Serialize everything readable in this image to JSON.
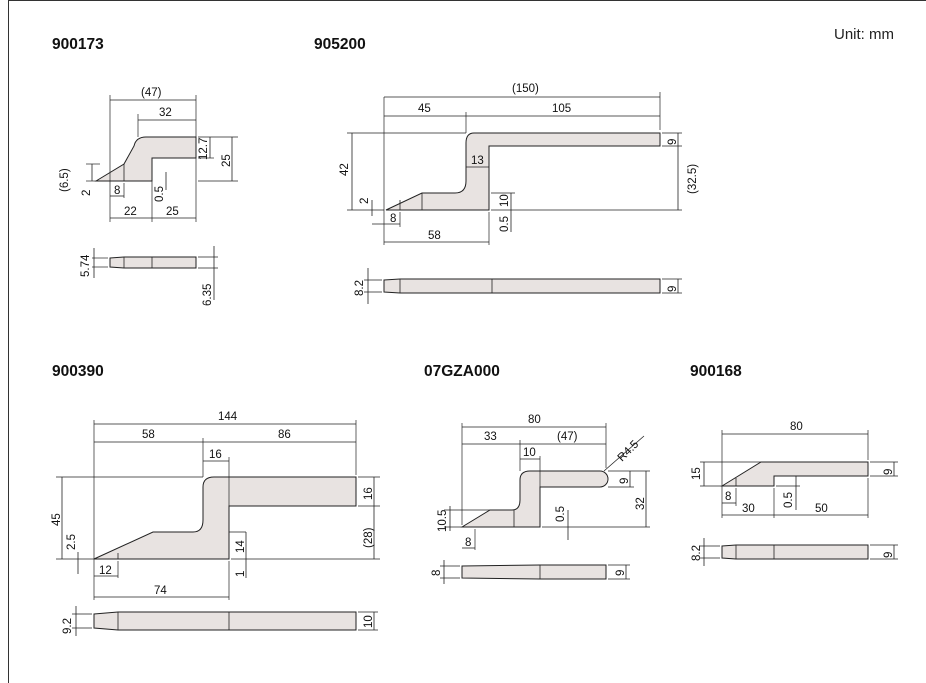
{
  "unit_label": "Unit: mm",
  "parts": [
    {
      "id": "900173",
      "dims": {
        "overall": "(47)",
        "top_len": "32",
        "head_h": "12.7",
        "total_h": "25",
        "tip_h": "(6.5)",
        "step": "2",
        "tip_len": "8",
        "gap": "0.5",
        "base_left": "22",
        "base_right": "25",
        "thick_l": "5.74",
        "thick_r": "6.35"
      }
    },
    {
      "id": "905200",
      "dims": {
        "overall": "(150)",
        "left": "45",
        "right": "105",
        "neck": "13",
        "head_h": "9",
        "height": "42",
        "step": "2",
        "drop": "(32.5)",
        "tip_len": "8",
        "foot_h": "10",
        "gap": "0.5",
        "base": "58",
        "thick_l": "8.2",
        "thick_r": "9"
      }
    },
    {
      "id": "900390",
      "dims": {
        "overall": "144",
        "left": "58",
        "right": "86",
        "neck": "16",
        "head_h": "16",
        "height": "45",
        "step": "2.5",
        "drop": "(28)",
        "foot_h": "14",
        "gap": "1",
        "tip_len": "12",
        "base": "74",
        "thick_l": "9.2",
        "thick_r": "10"
      }
    },
    {
      "id": "07GZA000",
      "dims": {
        "overall": "80",
        "left": "33",
        "right": "(47)",
        "neck": "10",
        "radius": "R4.5",
        "head_h": "9",
        "height": "32",
        "tip_h": "10.5",
        "gap": "0.5",
        "tip_len": "8",
        "thick_l": "8",
        "thick_r": "9"
      }
    },
    {
      "id": "900168",
      "dims": {
        "overall": "80",
        "head_h": "9",
        "height": "15",
        "tip_len": "8",
        "gap": "0.5",
        "left": "30",
        "right": "50",
        "thick_l": "8.2",
        "thick_r": "9"
      }
    }
  ]
}
